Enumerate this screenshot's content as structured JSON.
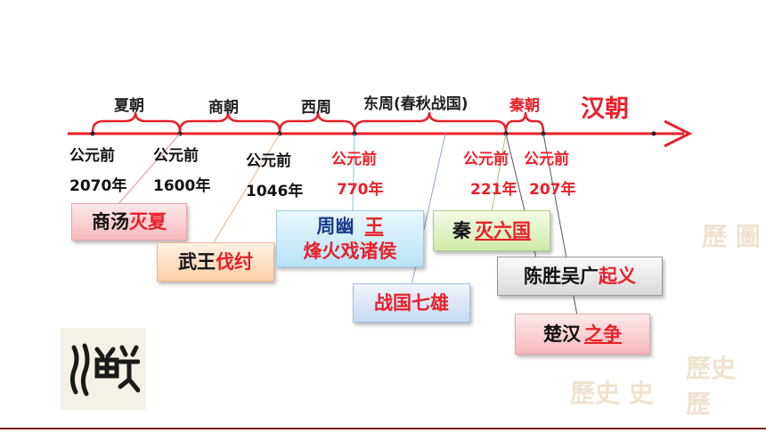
{
  "dynasties": [
    {
      "label": "夏朝"
    },
    {
      "label": "商朝"
    },
    {
      "label": "西周"
    },
    {
      "label": "东周(春秋战国)"
    },
    {
      "label": "秦朝"
    },
    {
      "label": "汉朝"
    }
  ],
  "dates": [
    {
      "prefix": "公元前",
      "year": "2070年"
    },
    {
      "prefix": "公元前",
      "year": "1600年"
    },
    {
      "prefix": "公元前",
      "year": "1046年"
    },
    {
      "prefix": "公元前",
      "year": "770年"
    },
    {
      "prefix": "公元前",
      "year": "221年"
    },
    {
      "prefix": "公元前",
      "year": "207年"
    }
  ],
  "events": {
    "shang_tang": {
      "a": "商汤",
      "b": "灭夏"
    },
    "wu_wang": {
      "a": "武王",
      "b": "伐纣"
    },
    "zhou_you": {
      "line1a": "周幽",
      "line1b": "王",
      "line2": "烽火戏诸侯"
    },
    "zhanguo": {
      "text": "战国七雄"
    },
    "qin": {
      "a": "秦",
      "b": "灭六国"
    },
    "chen_sheng": {
      "a": "陈胜吴广",
      "b": "起义"
    },
    "chu_han": {
      "a": "楚汉",
      "b": "之争"
    }
  },
  "seal": {
    "glyph": "漢"
  },
  "colors": {
    "accent": "#e8202a",
    "axis": "#e8202a",
    "bottom": "#7a1e1e"
  }
}
